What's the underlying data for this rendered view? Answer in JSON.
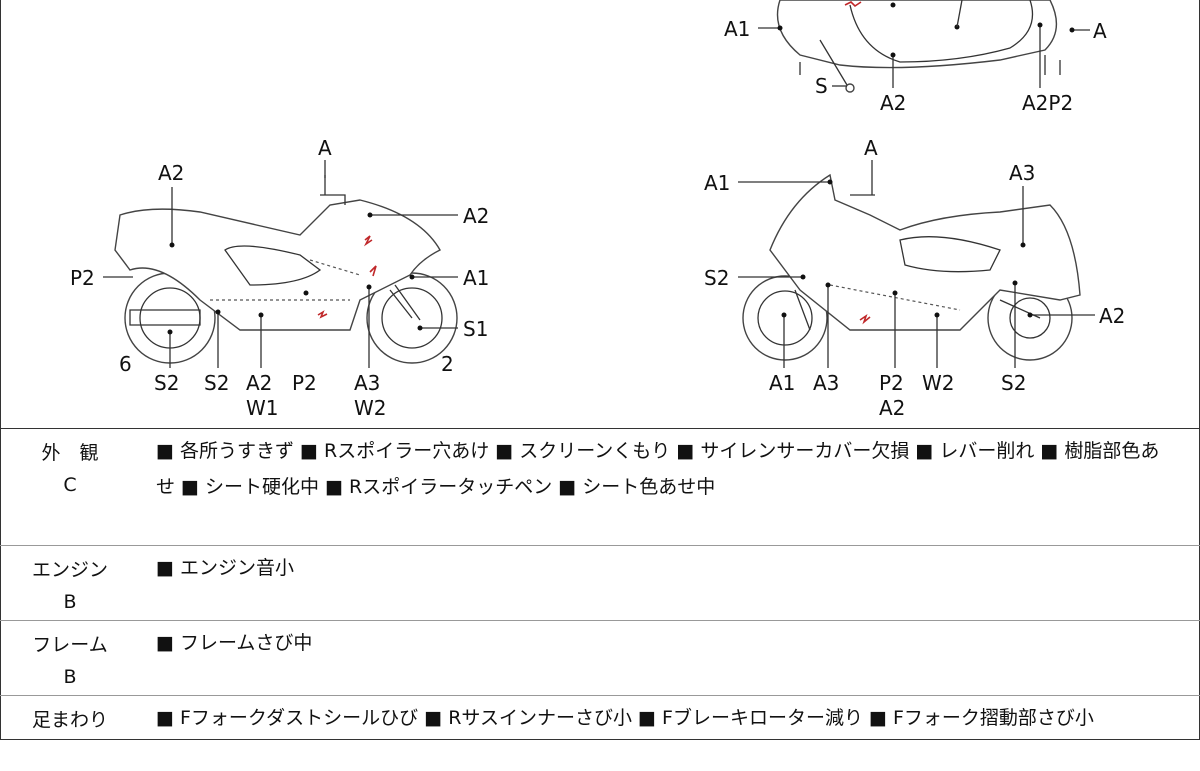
{
  "diagram": {
    "top_view": {
      "labels": [
        "A1",
        "A",
        "S",
        "A2",
        "A2P2"
      ]
    },
    "left_view": {
      "labels": [
        "A2",
        "A",
        "A2",
        "P2",
        "A1",
        "S1",
        "6",
        "2",
        "S2",
        "S2",
        "A2",
        "W1",
        "P2",
        "A3",
        "W2"
      ]
    },
    "right_view": {
      "labels": [
        "A",
        "A1",
        "A3",
        "S2",
        "A2",
        "A1",
        "A3",
        "P2",
        "A2",
        "W2",
        "S2"
      ]
    }
  },
  "rows": [
    {
      "label": "外　観",
      "grade": "C",
      "text": "■ 各所うすきず ■ Rスポイラー穴あけ ■ スクリーンくもり ■ サイレンサーカバー欠損 ■ レバー削れ ■ 樹脂部色あせ ■ シート硬化中 ■ Rスポイラータッチペン ■ シート色あせ中"
    },
    {
      "label": "エンジン",
      "grade": "B",
      "text": "■ エンジン音小"
    },
    {
      "label": "フレーム",
      "grade": "B",
      "text": "■ フレームさび中"
    },
    {
      "label": "足まわり",
      "grade": "",
      "text": "■ Fフォークダストシールひび ■ Rサスインナーさび小 ■ Fブレーキローター減り ■ Fフォーク摺動部さび小"
    }
  ]
}
